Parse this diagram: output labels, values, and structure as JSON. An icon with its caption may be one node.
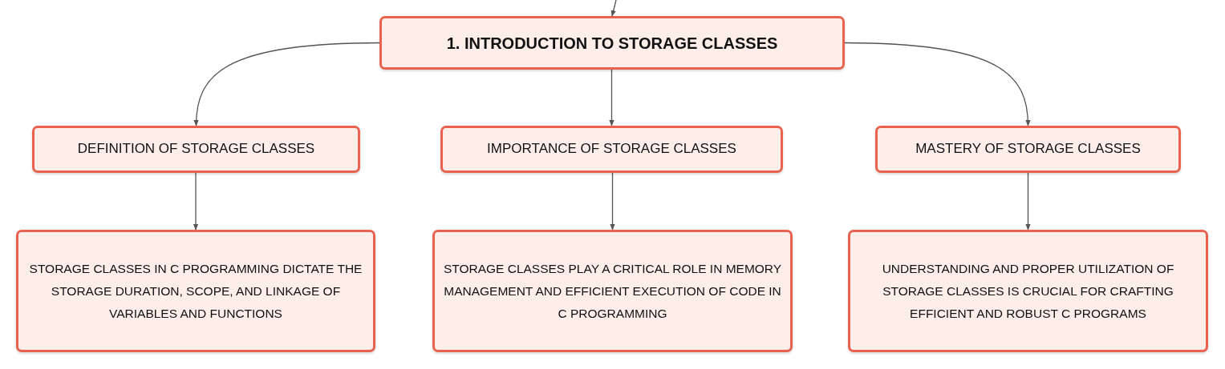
{
  "diagram": {
    "nodes": [
      {
        "text": [
          "1. INTRODUCTION TO STORAGE CLASSES"
        ]
      },
      {
        "text": [
          "DEFINITION OF STORAGE CLASSES"
        ]
      },
      {
        "text": [
          "IMPORTANCE OF STORAGE CLASSES"
        ]
      },
      {
        "text": [
          "MASTERY OF STORAGE CLASSES"
        ]
      },
      {
        "text": [
          "STORAGE CLASSES IN C PROGRAMMING DICTATE THE STORAGE DURATION, SCOPE, AND LINKAGE OF VARIABLES AND FUNCTIONS"
        ]
      },
      {
        "text": [
          "STORAGE CLASSES PLAY A CRITICAL ROLE IN MEMORY MANAGEMENT AND EFFICIENT EXECUTION OF CODE IN C PROGRAMMING"
        ]
      },
      {
        "text": [
          "UNDERSTANDING AND PROPER UTILIZATION OF STORAGE CLASSES IS CRUCIAL FOR CRAFTING EFFICIENT AND ROBUST C PROGRAMS"
        ]
      }
    ],
    "edges": [
      {
        "from": null,
        "to": 0,
        "arrow": "to"
      },
      {
        "from": 0,
        "to": 1,
        "arrow": "to"
      },
      {
        "from": 0,
        "to": 2,
        "arrow": "to"
      },
      {
        "from": 0,
        "to": 3,
        "arrow": "to"
      },
      {
        "from": 1,
        "to": 4,
        "arrow": "to"
      },
      {
        "from": 2,
        "to": 5,
        "arrow": "to"
      },
      {
        "from": 3,
        "to": 6,
        "arrow": "to"
      }
    ]
  }
}
